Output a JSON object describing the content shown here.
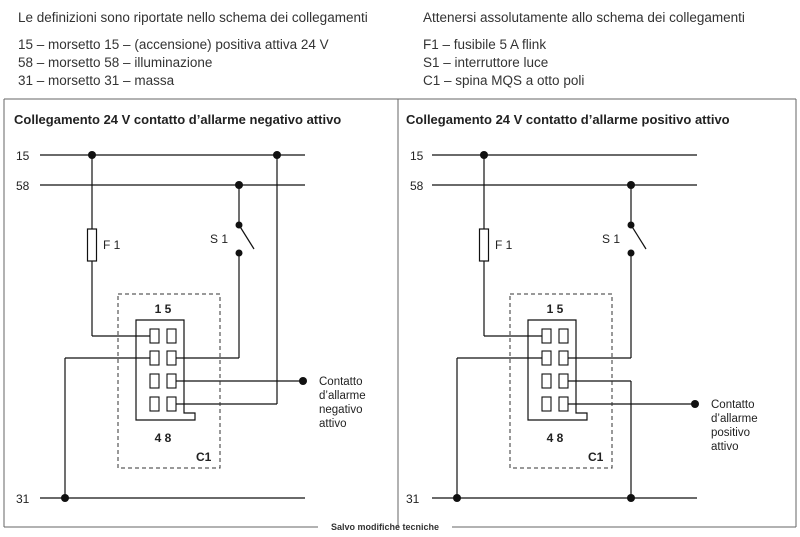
{
  "header": {
    "left_intro": "Le definizioni sono riportate nello schema dei collegamenti",
    "left_lines": [
      "15 – morsetto 15 – (accensione) positiva attiva 24 V",
      "58 – morsetto 58 – illuminazione",
      "31 – morsetto 31 – massa"
    ],
    "right_intro": "Attenersi assolutamente allo schema dei collegamenti",
    "right_lines": [
      "F1 – fusibile 5 A flink",
      "S1 – interruttore luce",
      "C1 – spina MQS a otto poli"
    ]
  },
  "left_diagram": {
    "title": "Collegamento 24 V contatto d’allarme negativo attivo",
    "rail_15": "15",
    "rail_58": "58",
    "rail_31": "31",
    "fuse": "F 1",
    "switch": "S 1",
    "pins_top": "1 5",
    "pins_bottom": "4 8",
    "connector": "C1",
    "output_label": [
      "Contatto",
      "d’allarme",
      "negativo",
      "attivo"
    ]
  },
  "right_diagram": {
    "title": "Collegamento 24 V contatto d’allarme positivo attivo",
    "rail_15": "15",
    "rail_58": "58",
    "rail_31": "31",
    "fuse": "F 1",
    "switch": "S 1",
    "pins_top": "1 5",
    "pins_bottom": "4 8",
    "connector": "C1",
    "output_label": [
      "Contatto",
      "d’allarme",
      "positivo",
      "attivo"
    ]
  },
  "footer": "Salvo modifiche tecniche"
}
